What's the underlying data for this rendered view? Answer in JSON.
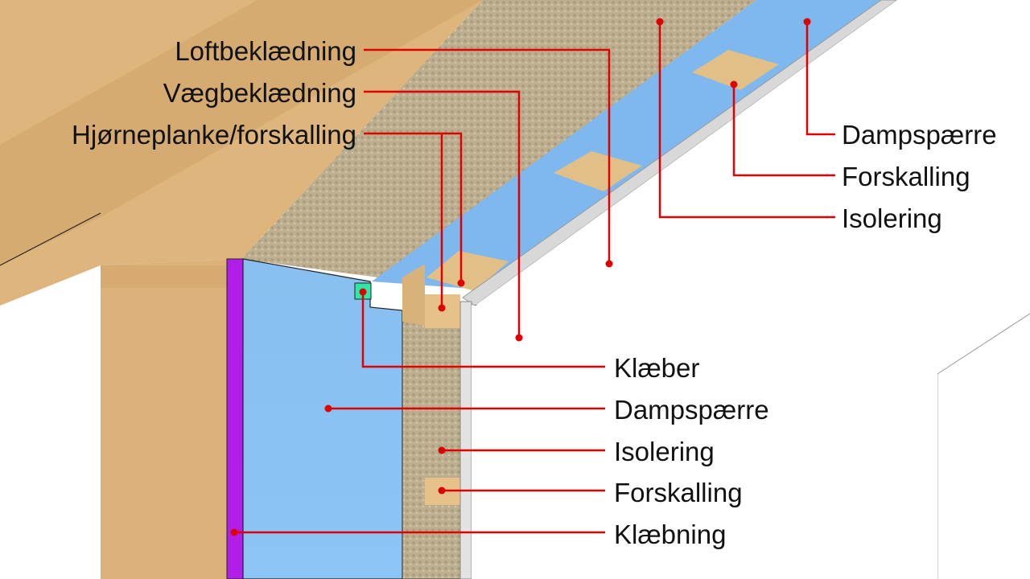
{
  "labels": {
    "loftbeklaedning": "Loftbeklædning",
    "vaegbeklaedning": "Vægbeklædning",
    "hjorneplanke": "Hjørneplanke/forskalling",
    "ceiling_dampspaerre": "Dampspærre",
    "ceiling_forskalling": "Forskalling",
    "ceiling_isolering": "Isolering",
    "klaeber": "Klæber",
    "wall_dampspaerre": "Dampspærre",
    "wall_isolering": "Isolering",
    "wall_forskalling": "Forskalling",
    "klaebning": "Klæbning"
  },
  "colors": {
    "wood": "#dcb47c",
    "insulation": "#b8a98a",
    "vapor_barrier": "#86bff2",
    "adhesive_strip": "#b01ee8",
    "adhesive_square": "#2ee8a8",
    "leader": "#e00000"
  }
}
